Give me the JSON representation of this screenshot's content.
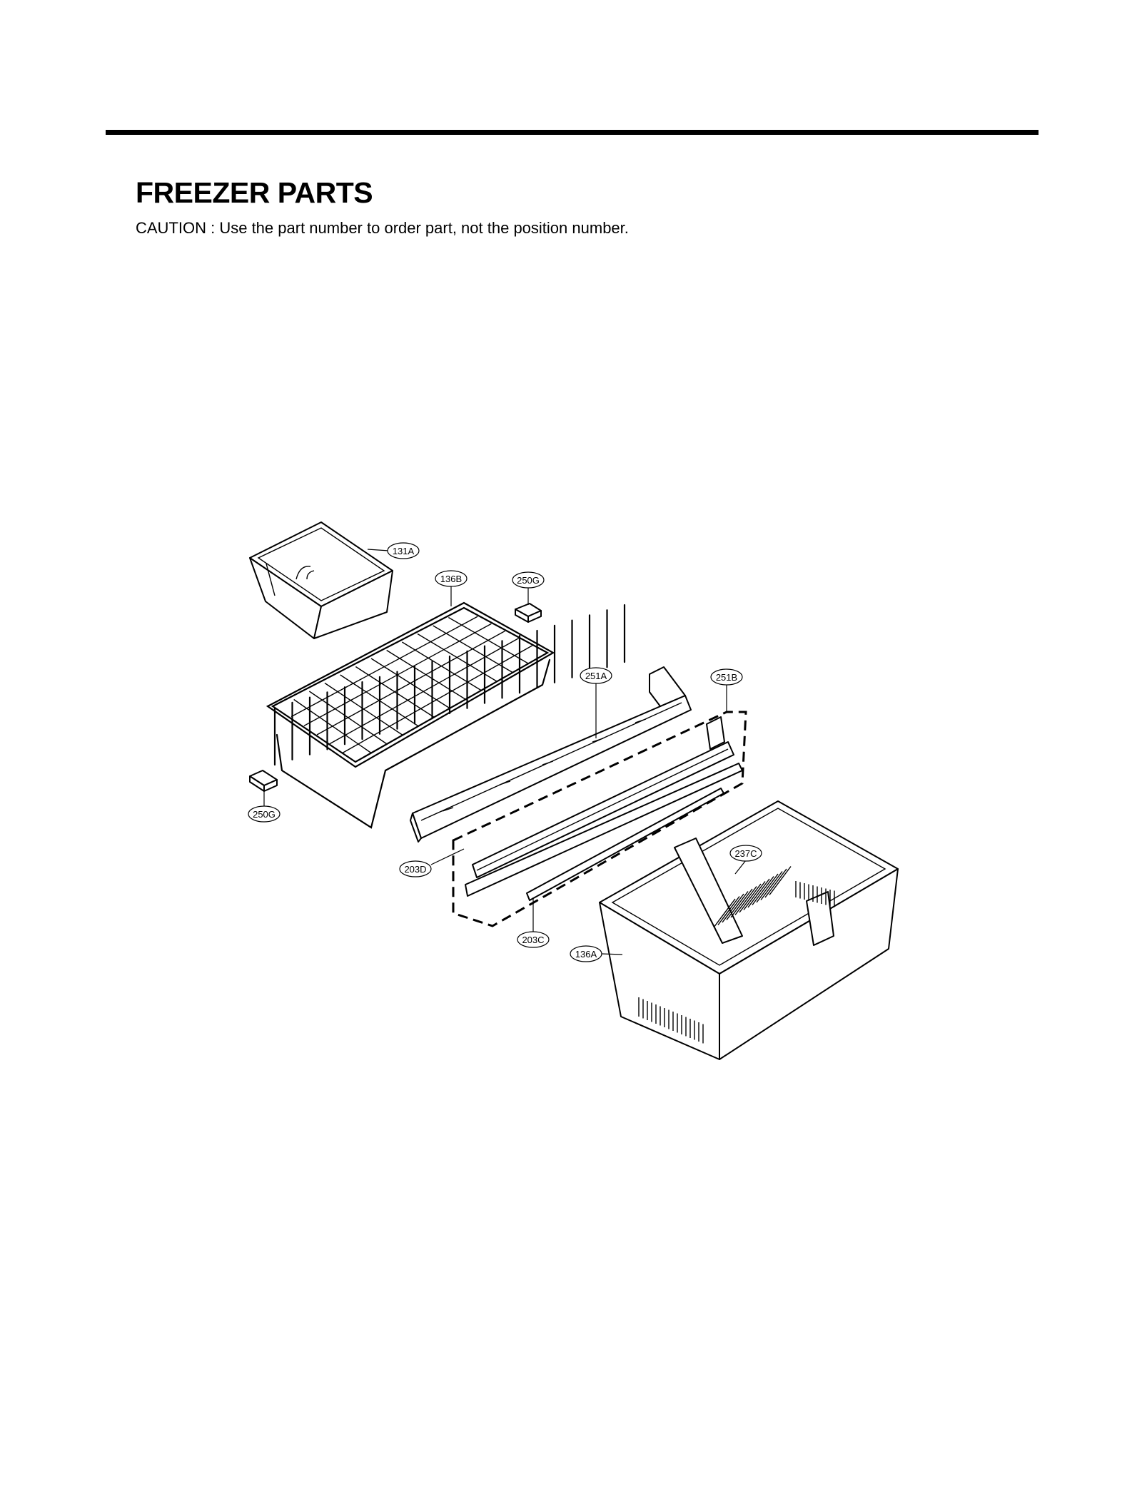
{
  "header": {
    "title": "FREEZER PARTS",
    "caution": "CAUTION : Use the part number to order part, not the position number."
  },
  "callouts": [
    {
      "id": "131A"
    },
    {
      "id": "136B"
    },
    {
      "id": "250G"
    },
    {
      "id": "251A"
    },
    {
      "id": "251B"
    },
    {
      "id": "250G"
    },
    {
      "id": "237C"
    },
    {
      "id": "203D"
    },
    {
      "id": "203C"
    },
    {
      "id": "136A"
    }
  ]
}
